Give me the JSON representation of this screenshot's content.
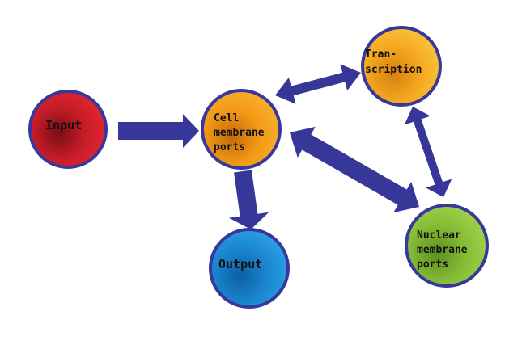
{
  "colors": {
    "arrow": "#37379a",
    "node_border": "#38389a",
    "input": "#d3202c",
    "cell": "#f5a623",
    "transcription": "#f7b52a",
    "nuclear": "#8cc63f",
    "output": "#1f8fd6"
  },
  "nodes": {
    "input": {
      "label_lines": [
        "Input"
      ]
    },
    "cell": {
      "label_lines": [
        "Cell",
        "membrane",
        "ports"
      ]
    },
    "transcription": {
      "label_lines": [
        "Tran-",
        "scription"
      ]
    },
    "nuclear": {
      "label_lines": [
        "Nuclear",
        "membrane",
        "ports"
      ]
    },
    "output": {
      "label_lines": [
        "Output"
      ]
    }
  }
}
